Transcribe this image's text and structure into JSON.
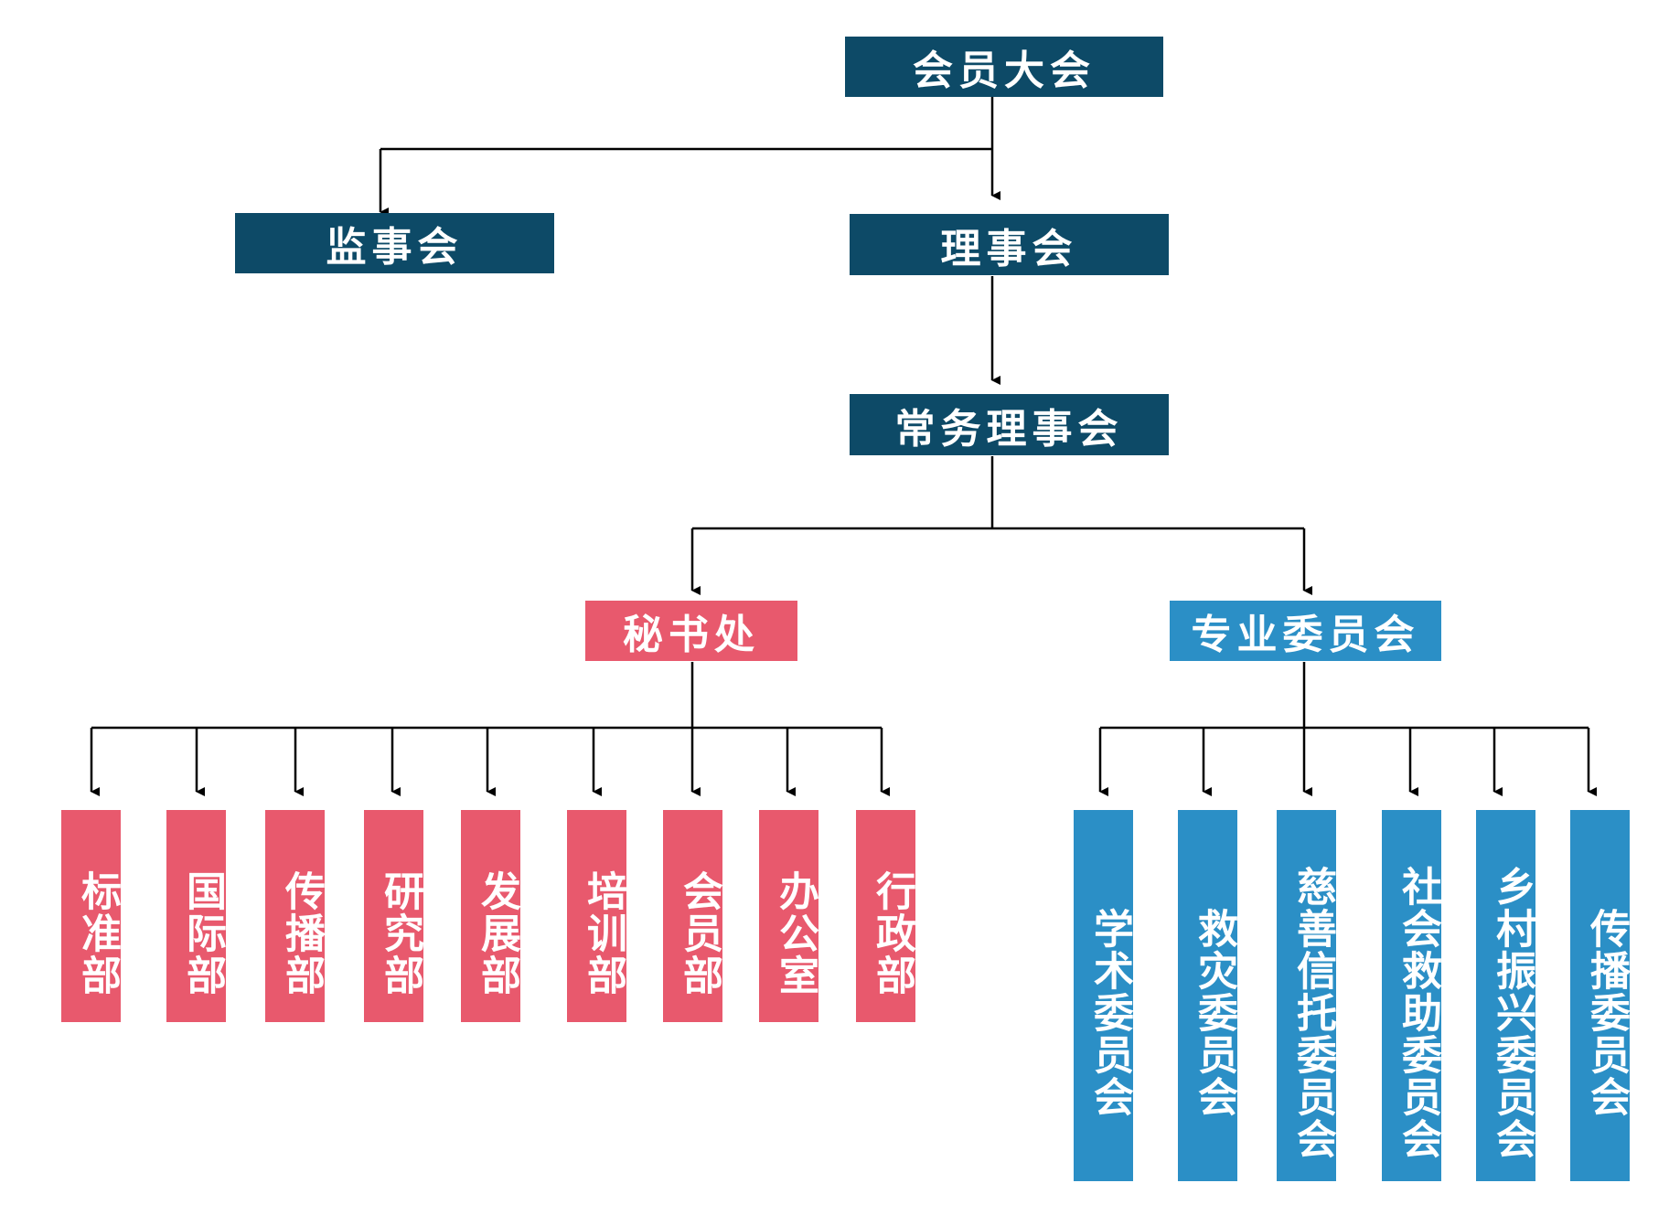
{
  "nodes": {
    "assembly": "会员大会",
    "supervisors": "监事会",
    "council": "理事会",
    "standing_council": "常务理事会",
    "secretariat": "秘书处",
    "committees": "专业委员会"
  },
  "departments": [
    "标准部",
    "国际部",
    "传播部",
    "研究部",
    "发展部",
    "培训部",
    "会员部",
    "办公室",
    "行政部"
  ],
  "committee_list": [
    "学术委员会",
    "救灾委员会",
    "慈善信托委员会",
    "社会救助委员会",
    "乡村振兴委员会",
    "传播委员会"
  ],
  "colors": {
    "navy": "#0d4a67",
    "pink": "#e8596d",
    "blue": "#2b8fc6",
    "line": "#000000"
  }
}
